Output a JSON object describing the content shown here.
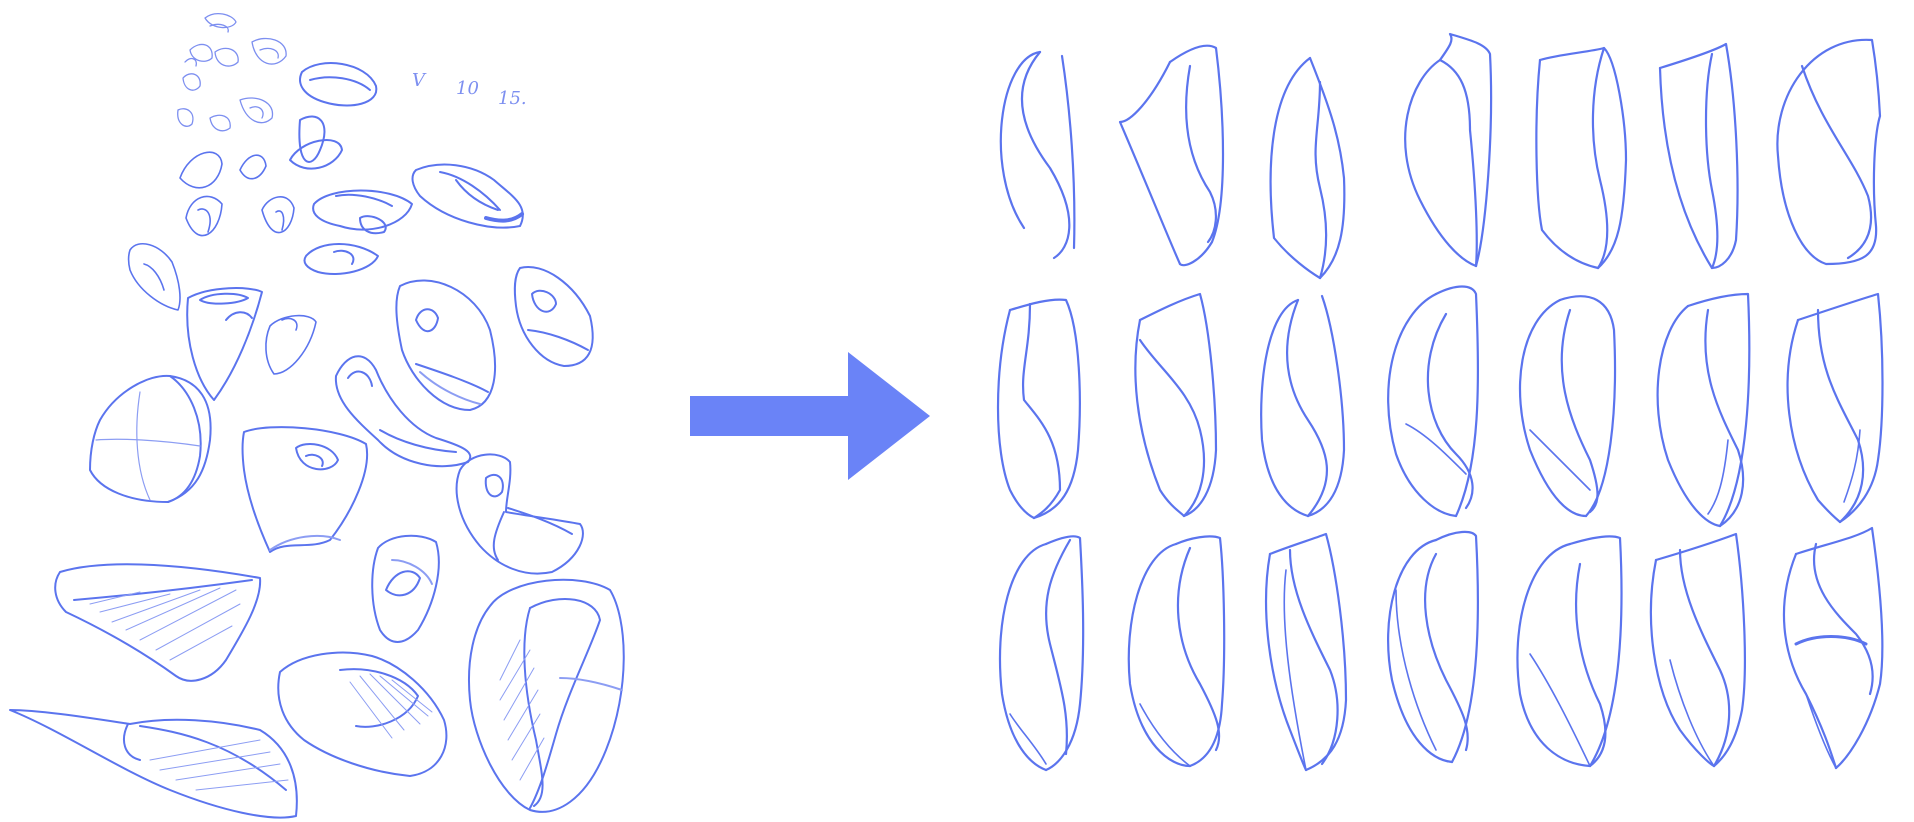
{
  "colors": {
    "background": "#ffffff",
    "sketch_stroke": "#5b74ee",
    "sketch_light": "#8c9df3",
    "arrow": "#6a83f7"
  },
  "left_sketch": {
    "annotation": {
      "marks": [
        "V",
        "10",
        "15."
      ]
    }
  },
  "arrow": {
    "icon": "right-arrow-icon"
  },
  "right_sketch": {
    "rows": 3,
    "columns": 7
  }
}
